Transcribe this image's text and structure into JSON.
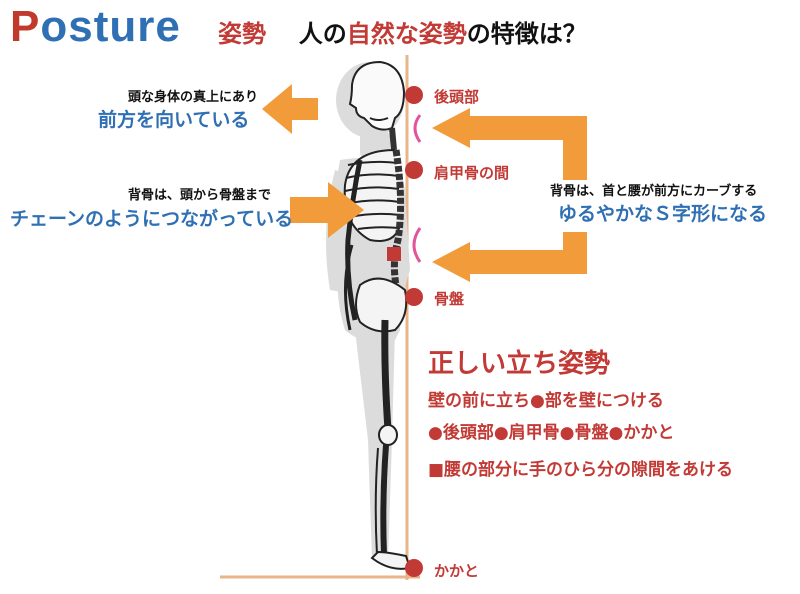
{
  "title": {
    "en_first": "P",
    "en_rest": "osture",
    "jp_main": "姿勢",
    "q_a": "人の",
    "q_b": "自然な姿勢",
    "q_c": "の特徴は？"
  },
  "head_note": {
    "line1": "頭な身体の真上にあり",
    "line2": "前方を向いている"
  },
  "spine_note": {
    "line1": "背骨は、頭から骨盤まで",
    "line2": "チェーンのようにつながっている"
  },
  "curve_note": {
    "line1": "背骨は、首と腰が前方にカーブする",
    "line2": "ゆるやかなＳ字形になる"
  },
  "labels": {
    "occiput": "後頭部",
    "scapula": "肩甲骨の間",
    "pelvis": "骨盤",
    "heel": "かかと"
  },
  "standing": {
    "heading": "正しい立ち姿勢",
    "line1": "壁の前に立ち●部を壁につける",
    "line2": "●後頭部●肩甲骨●骨盤●かかと",
    "line3": "■腰の部分に手のひら分の隙間をあける"
  },
  "colors": {
    "accent_red": "#c23a35",
    "accent_blue": "#2f6fb3",
    "arrow_orange": "#f29b3a",
    "wall": "#e8b48a"
  }
}
